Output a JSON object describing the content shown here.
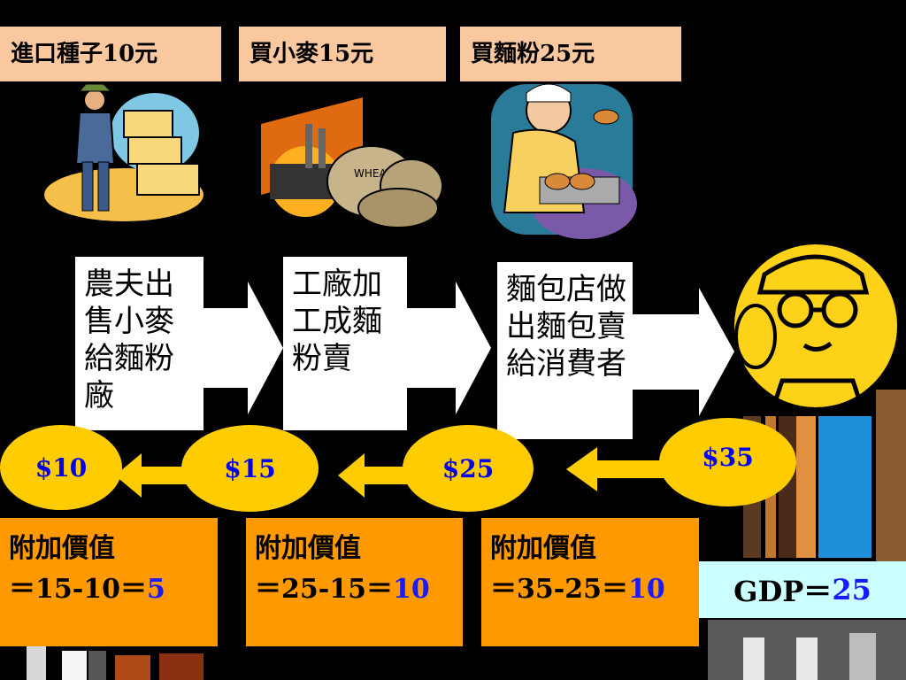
{
  "top_labels": [
    "進口種子10元",
    "買小麥15元",
    "買麵粉25元"
  ],
  "stages": [
    "農夫出售小麥給麵粉廠",
    "工廠加工成麵粉賣",
    "麵包店做出麵包賣給消費者"
  ],
  "prices": [
    "$10",
    "$15",
    "$25",
    "$35"
  ],
  "value_added": [
    {
      "title": "附加價值",
      "formula": "＝15-10＝",
      "result": "5"
    },
    {
      "title": "附加價值",
      "formula": "＝25-15＝",
      "result": "10"
    },
    {
      "title": "附加價值",
      "formula": "＝35-25＝",
      "result": "10"
    }
  ],
  "gdp": {
    "label": "GDP＝",
    "value": "25"
  },
  "illustrations": [
    "farmer-clipart",
    "factory-wheat-sacks-clipart",
    "baker-clipart",
    "consumer-eating-clipart"
  ],
  "colors": {
    "background": "#000000",
    "top_label_bg": "#f9c89e",
    "price_ellipse": "#ffcc00",
    "value_added_bg": "#ff9900",
    "gdp_bg": "#ccffff",
    "result_text": "#1a1aff"
  }
}
